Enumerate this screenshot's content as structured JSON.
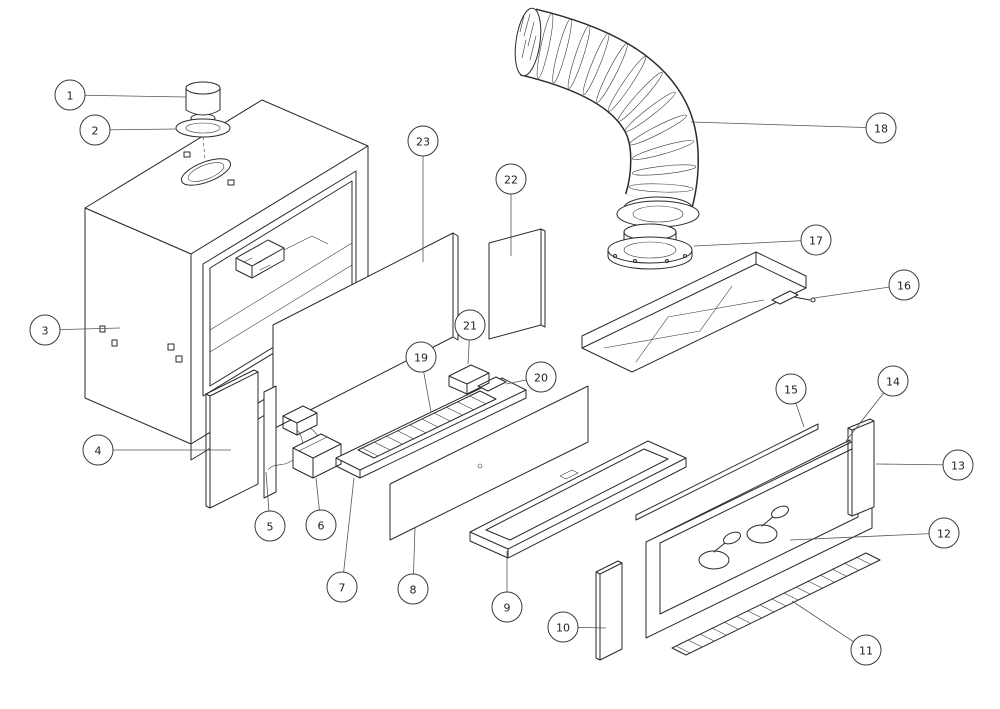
{
  "diagram": {
    "type": "exploded-parts-diagram",
    "subject": "fireplace-insert-exploded-view"
  },
  "callouts": [
    "1",
    "2",
    "3",
    "4",
    "5",
    "6",
    "7",
    "8",
    "9",
    "10",
    "11",
    "12",
    "13",
    "14",
    "15",
    "16",
    "17",
    "18",
    "19",
    "20",
    "21",
    "22",
    "23"
  ],
  "colors": {
    "background": "#ffffff",
    "line": "#2a2a2a",
    "balloon_stroke": "#3a3a3a",
    "balloon_fill": "#ffffff"
  }
}
